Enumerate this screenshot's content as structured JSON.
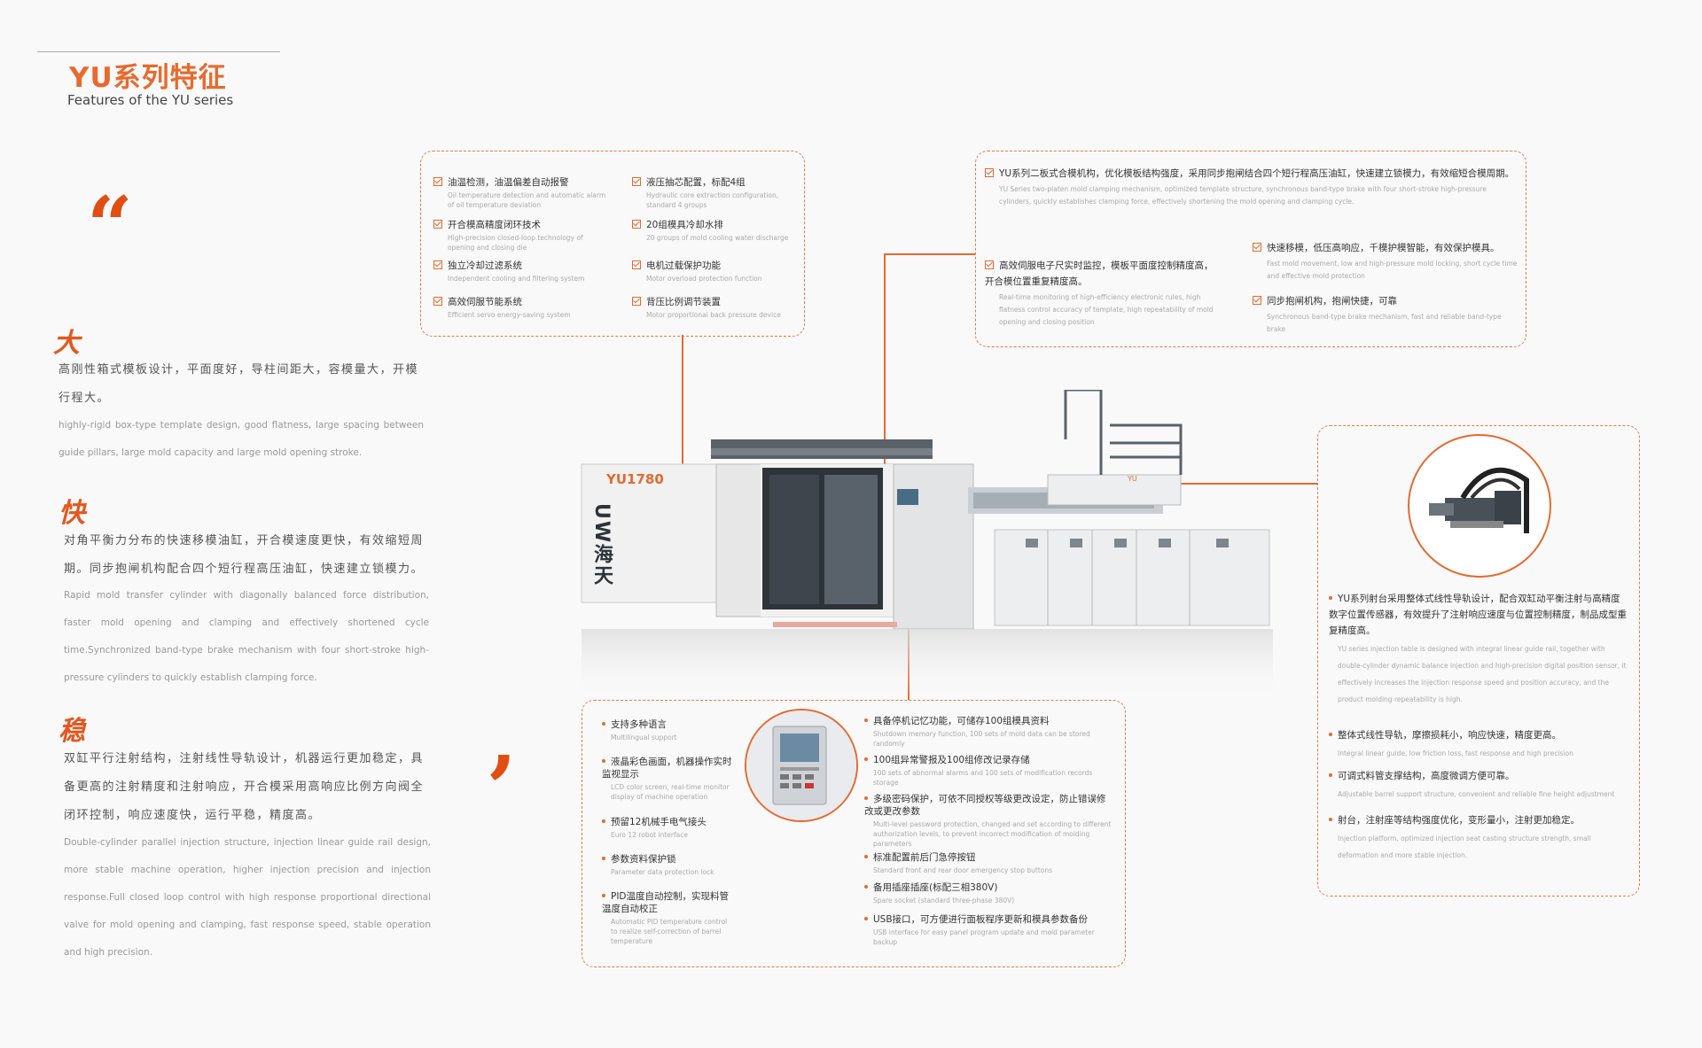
{
  "header": {
    "title_cn": "YU系列特征",
    "title_en": "Features of the YU series"
  },
  "features": [
    {
      "char": "大",
      "cn": "高刚性箱式模板设计，平面度好，导柱间距大，容模量大，开模行程大。",
      "en": "highly-rigid box-type template design, good flatness, large spacing between guide pillars, large mold capacity and large mold opening stroke."
    },
    {
      "char": "快",
      "cn": "对角平衡力分布的快速移模油缸，开合模速度更快，有效缩短周期。同步抱闸机构配合四个短行程高压油缸，快速建立锁模力。",
      "en": "Rapid mold transfer cylinder with diagonally balanced force distribution, faster mold opening and clamping and effectively shortened cycle time.Synchronized band-type brake mechanism with four short-stroke high-pressure cylinders to quickly establish clamping force."
    },
    {
      "char": "稳",
      "cn": "双缸平行注射结构，注射线性导轨设计，机器运行更加稳定，具备更高的注射精度和注射响应，开合模采用高响应比例方向阀全闭环控制，响应速度快，运行平稳，精度高。",
      "en": "Double-cylinder parallel injection structure, injection linear guide rail design, more stable machine operation, higher injection precision and injection response.Full closed loop control with high response proportional directional valve for mold opening and clamping, fast response speed, stable operation and high precision."
    }
  ],
  "box_top_left": {
    "col1": [
      {
        "t": "油温检测，油温偏差自动报警",
        "s": "Oil temperature detection and automatic alarm of oil temperature deviation"
      },
      {
        "t": "开合模高精度闭环技术",
        "s": "High-precision closed-loop technology of opening and closing die"
      },
      {
        "t": "独立冷却过滤系统",
        "s": "Independent cooling and filtering system"
      },
      {
        "t": "高效伺服节能系统",
        "s": "Efficient servo energy-saving system"
      }
    ],
    "col2": [
      {
        "t": "液压抽芯配置，标配4组",
        "s": "Hydraulic core extraction configuration, standard 4 groups"
      },
      {
        "t": "20组模具冷却水排",
        "s": "20 groups of mold cooling water discharge"
      },
      {
        "t": "电机过载保护功能",
        "s": "Motor overload protection function"
      },
      {
        "t": "背压比例调节装置",
        "s": "Motor proportional back pressure device"
      }
    ]
  },
  "box_top_right": {
    "item1": {
      "t": "YU系列二板式合模机构，优化模板结构强度，采用同步抱闸结合四个短行程高压油缸，快速建立锁模力，有效缩短合模周期。",
      "s": "YU Series two-platen mold clamping mechanism, optimized template structure, synchronous band-type brake with four short-stroke high-pressure cylinders, quickly establishes clamping force, effectively shortening the mold opening and clamping cycle."
    },
    "item2": {
      "t": "高效伺服电子尺实时监控，模板平面度控制精度高，开合模位置重复精度高。",
      "s": "Real-time monitoring of high-efficiency electronic rules, high flatness control accuracy of template, high repeatability of mold opening and closing position"
    },
    "item3": {
      "t": "快速移模，低压高响应，千模护模智能，有效保护模具。",
      "s": "Fast mold movement, low and high-pressure mold locking, short cycle time and effective mold protection"
    },
    "item4": {
      "t": "同步抱闸机构，抱闸快捷，可靠",
      "s": "Synchronous band-type brake mechanism, fast and reliable band-type brake"
    }
  },
  "box_bottom": {
    "col1": [
      {
        "t": "支持多种语言",
        "s": "Multilingual support"
      },
      {
        "t": "液晶彩色画面，机器操作实时监视显示",
        "s": "LCD color screen, real-time monitor display of machine operation"
      },
      {
        "t": "预留12机械手电气接头",
        "s": "Euro 12 robot interface"
      },
      {
        "t": "参数资料保护锁",
        "s": "Parameter data protection lock"
      },
      {
        "t": "PID温度自动控制，实现料管温度自动校正",
        "s": "Automatic PID temperature control to realize self-correction of barrel temperature"
      }
    ],
    "col2": [
      {
        "t": "具备停机记忆功能，可储存100组模具资料",
        "s": "Shutdown memory function, 100 sets of mold data can be stored randomly"
      },
      {
        "t": "100组异常警报及100组修改记录存储",
        "s": "100 sets of abnormal alarms and 100 sets of modification records storage"
      },
      {
        "t": "多级密码保护，可依不同授权等级更改设定，防止错误修改或更改参数",
        "s": "Multi-level password protection, changed and set according to different authorization levels, to prevent incorrect modification of molding parameters"
      },
      {
        "t": "标准配置前后门急停按钮",
        "s": "Standard front and rear door emergency stop buttons"
      },
      {
        "t": "备用插座插座(标配三相380V)",
        "s": "Spare socket (standard three-phase 380V)"
      },
      {
        "t": "USB接口，可方便进行面板程序更新和模具参数备份",
        "s": "USB interface for easy panel program update and mold parameter backup"
      }
    ]
  },
  "box_right": {
    "item1": {
      "t": "YU系列射台采用整体式线性导轨设计，配合双缸动平衡注射与高精度数字位置传感器，有效提升了注射响应速度与位置控制精度，制品成型重复精度高。",
      "s": "YU series injection table is designed with integral linear guide rail, together with double-cylinder dynamic balance injection and high-precision digital position sensor, it effectively increases the injection response speed and position accuracy, and the product molding repeatability is high."
    },
    "item2": {
      "t": "整体式线性导轨，摩擦损耗小，响应快速，精度更高。",
      "s": "Integral linear guide, low friction loss, fast response and high precision"
    },
    "item3": {
      "t": "可调式料管支撑结构，高度微调方便可靠。",
      "s": "Adjustable barrel support structure, convenient and reliable fine height adjustment"
    },
    "item4": {
      "t": "射台，注射座等结构强度优化，变形量小，注射更加稳定。",
      "s": "Injection platform, optimized injection seat casting structure strength, small deformation and more stable injection."
    }
  },
  "machine": {
    "model_badge": "YU1780",
    "brand_vertical": "UW海天",
    "brand_side": "YU"
  },
  "colors": {
    "accent": "#e46a2f",
    "title": "#e86a2e"
  }
}
